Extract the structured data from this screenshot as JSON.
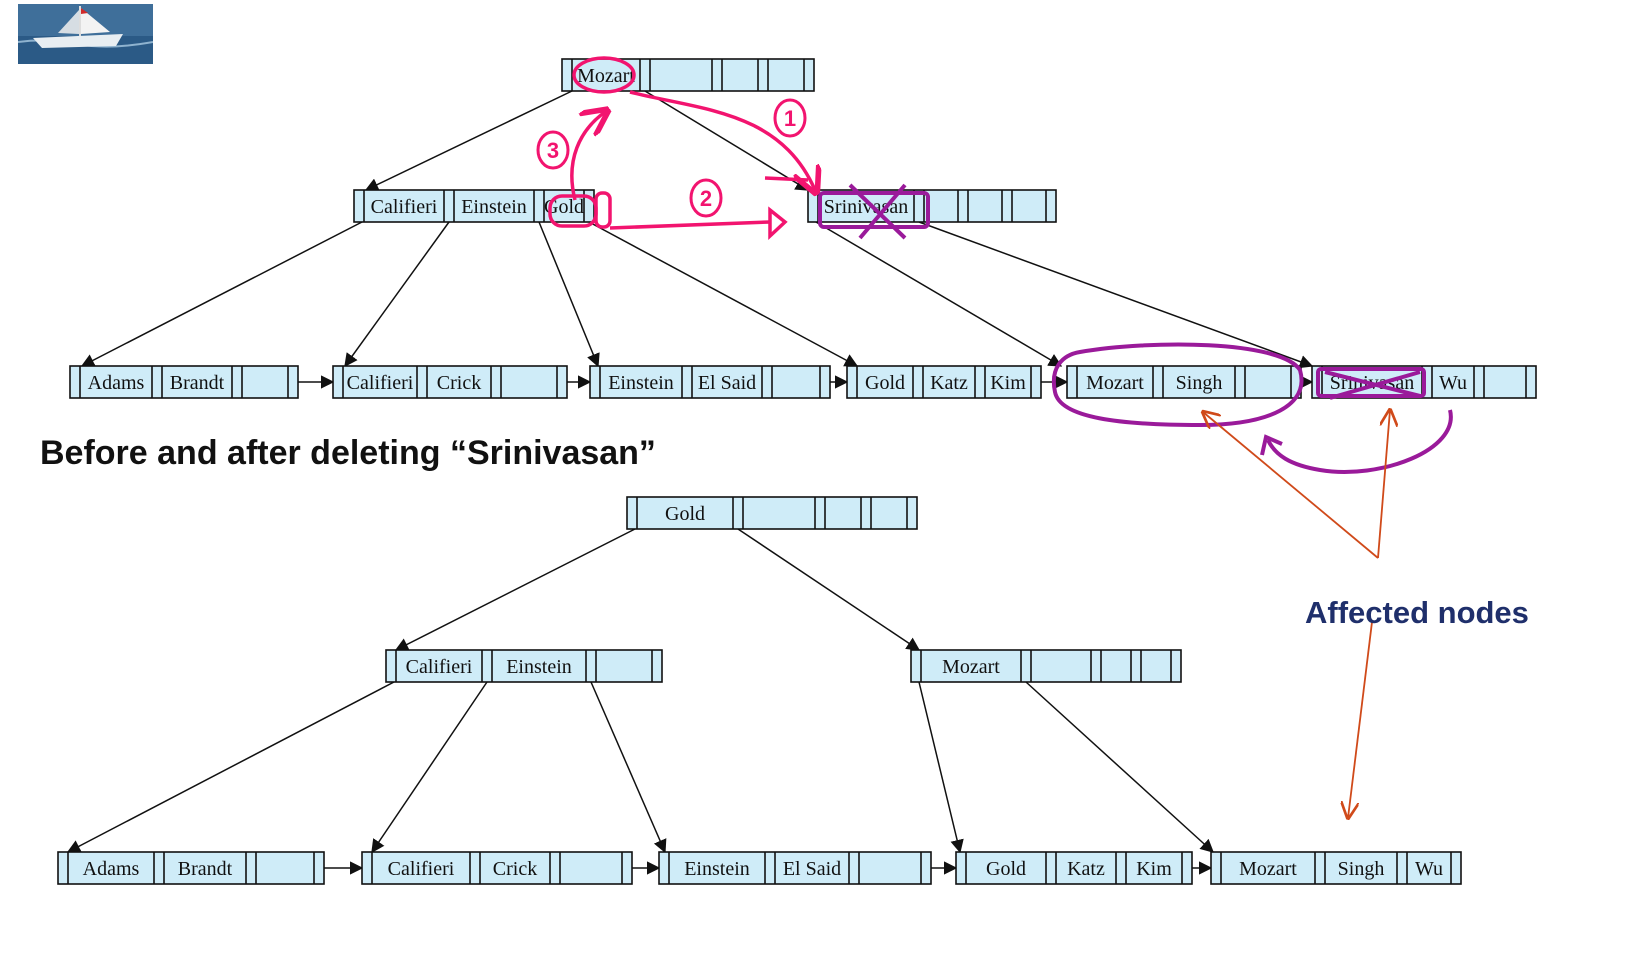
{
  "caption": "Before and after deleting “Srinivasan”",
  "legend_label": "Affected nodes",
  "colors": {
    "node_fill": "#cfecf8",
    "node_stroke": "#111111",
    "annotation_pink": "#f2146f",
    "annotation_purple": "#9a1a9a",
    "arrow_orange": "#d04a1a",
    "caption_color": "#111111",
    "legend_color": "#1f2f6b"
  },
  "before_tree": {
    "root": {
      "keys": [
        "Mozart"
      ]
    },
    "internal": [
      {
        "keys": [
          "Califieri",
          "Einstein",
          "Gold"
        ]
      },
      {
        "keys": [
          "Srinivasan"
        ]
      }
    ],
    "leaves": [
      {
        "keys": [
          "Adams",
          "Brandt"
        ]
      },
      {
        "keys": [
          "Califieri",
          "Crick"
        ]
      },
      {
        "keys": [
          "Einstein",
          "El Said"
        ]
      },
      {
        "keys": [
          "Gold",
          "Katz",
          "Kim"
        ]
      },
      {
        "keys": [
          "Mozart",
          "Singh"
        ]
      },
      {
        "keys": [
          "Srinivasan",
          "Wu"
        ]
      }
    ]
  },
  "after_tree": {
    "root": {
      "keys": [
        "Gold"
      ]
    },
    "internal": [
      {
        "keys": [
          "Califieri",
          "Einstein"
        ]
      },
      {
        "keys": [
          "Mozart"
        ]
      }
    ],
    "leaves": [
      {
        "keys": [
          "Adams",
          "Brandt"
        ]
      },
      {
        "keys": [
          "Califieri",
          "Crick"
        ]
      },
      {
        "keys": [
          "Einstein",
          "El Said"
        ]
      },
      {
        "keys": [
          "Gold",
          "Katz",
          "Kim"
        ]
      },
      {
        "keys": [
          "Mozart",
          "Singh",
          "Wu"
        ]
      }
    ]
  },
  "annotations": {
    "step_marks": [
      "1",
      "2",
      "3"
    ]
  }
}
